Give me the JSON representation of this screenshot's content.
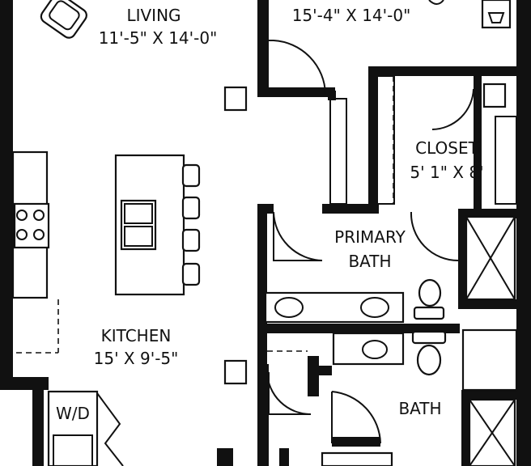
{
  "rooms": {
    "living": {
      "name": "LIVING",
      "size": "11'-5\" X 14'-0\""
    },
    "primary_bedroom": {
      "size": "15'-4\" X 14'-0\""
    },
    "closet": {
      "name": "CLOSET",
      "size": "5' 1\" X 8'"
    },
    "primary_bath": {
      "name_line1": "PRIMARY",
      "name_line2": "BATH"
    },
    "kitchen": {
      "name": "KITCHEN",
      "size": "15' X 9'-5\""
    },
    "bath": {
      "name": "BATH"
    },
    "laundry": {
      "name": "W/D"
    }
  }
}
